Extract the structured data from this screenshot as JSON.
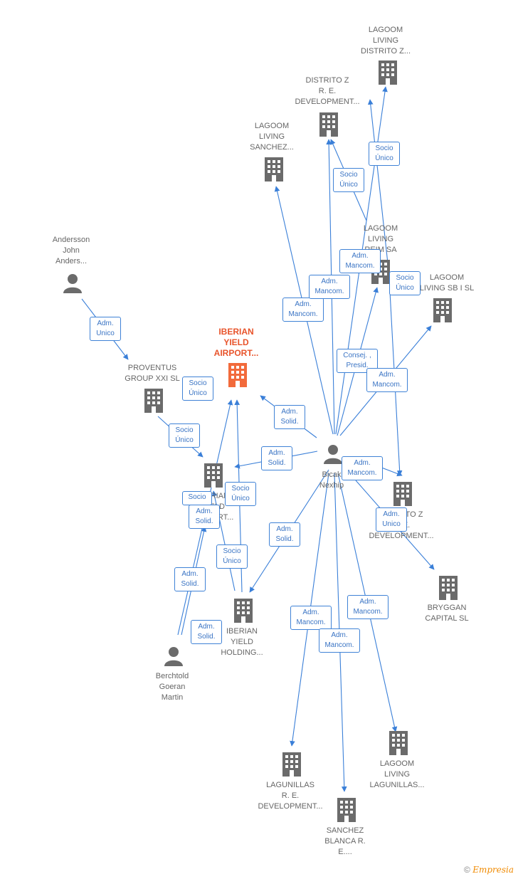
{
  "colors": {
    "edge": "#3a7fd8",
    "company": "#6b6b6b",
    "focus": "#f26a3b",
    "person": "#6b6b6b"
  },
  "nodes": [
    {
      "id": "lagoom_distrito",
      "type": "company",
      "label": "LAGOOM\nLIVING\nDISTRITO Z..."
    },
    {
      "id": "distrito_z_re",
      "type": "company",
      "label": "DISTRITO Z\nR. E.\nDEVELOPMENT..."
    },
    {
      "id": "lagoom_sanchez",
      "type": "company",
      "label": "LAGOOM\nLIVING\nSANCHEZ..."
    },
    {
      "id": "lagoom_reim",
      "type": "company",
      "label": "LAGOOM\nLIVING\nREIM SA"
    },
    {
      "id": "lagoom_sb",
      "type": "company",
      "label": "LAGOOM\nLIVING SB I  SL"
    },
    {
      "id": "andersson",
      "type": "person",
      "label": "Andersson\nJohn\nAnders..."
    },
    {
      "id": "iberian_airport",
      "type": "focus",
      "label": "IBERIAN\nYIELD\nAIRPORT..."
    },
    {
      "id": "proventus",
      "type": "company",
      "label": "PROVENTUS\nGROUP XXI  SL"
    },
    {
      "id": "iberian_mid",
      "type": "company",
      "label": "IBERIAN\nYIELD\nAIRPORT..."
    },
    {
      "id": "bicak",
      "type": "person",
      "label": "Bicak\nNexhip"
    },
    {
      "id": "distrito_z_dev2",
      "type": "company",
      "label": "DISTRITO Z\nR. E.\nDEVELOPMENT..."
    },
    {
      "id": "bryggan",
      "type": "company",
      "label": "BRYGGAN\nCAPITAL  SL"
    },
    {
      "id": "iberian_holding",
      "type": "company",
      "label": "IBERIAN\nYIELD\nHOLDING..."
    },
    {
      "id": "berchtold",
      "type": "person",
      "label": "Berchtold\nGoeran\nMartin"
    },
    {
      "id": "lagoom_lagunillas",
      "type": "company",
      "label": "LAGOOM\nLIVING\nLAGUNILLAS..."
    },
    {
      "id": "lagunillas_re",
      "type": "company",
      "label": "LAGUNILLAS\nR. E.\nDEVELOPMENT..."
    },
    {
      "id": "sanchez_blanca",
      "type": "company",
      "label": "SANCHEZ\nBLANCA R.\nE...."
    }
  ],
  "edge_labels": [
    "Socio\nÚnico",
    "Socio\nÚnico",
    "Adm.\nMancom.",
    "Adm.\nMancom.",
    "Adm.\nMancom.",
    "Socio\nÚnico",
    "Adm.\nUnico",
    "Consej. ,\nPresid.",
    "Adm.\nMancom.",
    "Socio\nÚnico",
    "Adm.\nSolid.",
    "Socio\nÚnico",
    "Adm.\nSolid.",
    "Adm.\nMancom.",
    "Socio",
    "Socio\nÚnico",
    "Adm.\nSolid.",
    "Adm.\nUnico",
    "Adm.\nSolid.",
    "Socio\nÚnico",
    "Adm.\nSolid.",
    "Adm.\nSolid.",
    "Adm.\nMancom.",
    "Adm.\nMancom.",
    "Adm.\nMancom."
  ],
  "footer": {
    "copyright": "©",
    "brand": "Empresia"
  }
}
